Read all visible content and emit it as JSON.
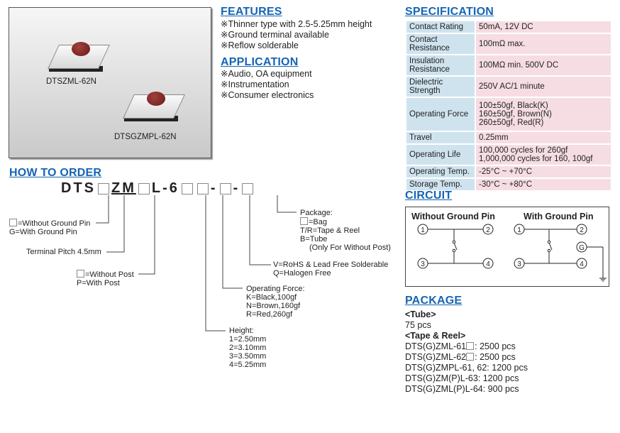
{
  "products": [
    {
      "name": "DTSZML-62N"
    },
    {
      "name": "DTSGZMPL-62N"
    }
  ],
  "features": {
    "title": "FEATURES",
    "items": [
      "※Thinner type with 2.5-5.25mm height",
      "※Ground terminal available",
      "※Reflow solderable"
    ]
  },
  "application": {
    "title": "APPLICATION",
    "items": [
      "※Audio, OA equipment",
      "※Instrumentation",
      "※Consumer electronics"
    ]
  },
  "specification": {
    "title": "SPECIFICATION",
    "rows": [
      {
        "k": "Contact Rating",
        "v": "50mA, 12V DC"
      },
      {
        "k": "Contact Resistance",
        "v": "100mΩ max."
      },
      {
        "k": "Insulation Resistance",
        "v": "100MΩ min. 500V DC"
      },
      {
        "k": "Dielectric Strength",
        "v": "250V AC/1 minute"
      },
      {
        "k": "Operating Force",
        "v": "100±50gf, Black(K)\n160±50gf, Brown(N)\n260±50gf, Red(R)"
      },
      {
        "k": "Travel",
        "v": "0.25mm"
      },
      {
        "k": "Operating Life",
        "v": "100,000 cycles for 260gf\n1,000,000 cycles for 160, 100gf"
      },
      {
        "k": "Operating Temp.",
        "v": "-25°C ~ +70°C"
      },
      {
        "k": "Storage Temp.",
        "v": "-30°C ~ +80°C"
      }
    ]
  },
  "circuit": {
    "title": "CIRCUIT",
    "left_title": "Without Ground Pin",
    "right_title": "With Ground Pin",
    "pins": [
      "1",
      "2",
      "3",
      "4",
      "G"
    ]
  },
  "package": {
    "title": "PACKAGE",
    "tube_label": "<Tube>",
    "tube_qty": "75 pcs",
    "reel_label": "<Tape & Reel>",
    "reel_items": [
      "DTS(G)ZML-61",
      "DTS(G)ZML-62",
      "DTS(G)ZMPL-61, 62: 1200 pcs",
      "DTS(G)ZM(P)L-63: 1200 pcs",
      "DTS(G)ZML(P)L-64: 900 pcs"
    ],
    "reel_suffix": [
      ": 2500 pcs",
      ": 2500 pcs"
    ]
  },
  "order": {
    "title": "HOW TO ORDER",
    "code": [
      "DTS",
      "ZM",
      "L-6",
      "-",
      "-"
    ],
    "ground": [
      "=Without Ground Pin",
      "G=With Ground Pin"
    ],
    "pitch": "Terminal Pitch 4.5mm",
    "post": [
      "=Without Post",
      "P=With Post"
    ],
    "height": [
      "Height:",
      "1=2.50mm",
      "2=3.10mm",
      "3=3.50mm",
      "4=5.25mm"
    ],
    "force": [
      "Operating Force:",
      "K=Black,100gf",
      "N=Brown,160gf",
      "R=Red,260gf"
    ],
    "rohs": [
      "V=RoHS & Lead Free Solderable",
      "Q=Halogen Free"
    ],
    "pkg": [
      "Package:",
      "=Bag",
      "T/R=Tape & Reel",
      "B=Tube",
      "(Only For Without Post)"
    ]
  }
}
